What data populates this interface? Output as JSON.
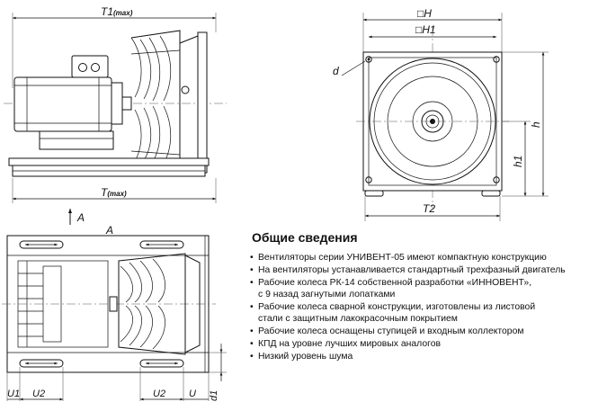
{
  "labels": {
    "t1_max": "T1",
    "t1_max_sub": "(max)",
    "t_max": "T",
    "t_max_sub": "(max)",
    "arrow_a": "A",
    "view_a": "A",
    "h_square": "□H",
    "h1_square": "□H1",
    "d": "d",
    "h": "h",
    "h1": "h1",
    "t2": "T2",
    "u1": "U1",
    "u2_left": "U2",
    "u2_right": "U2",
    "u": "U",
    "d1": "d1"
  },
  "info": {
    "title": "Общие сведения",
    "items": [
      "Вентиляторы серии УНИВЕНТ-05 имеют компактную конструкцию",
      "На вентиляторы устанавливается стандартный трехфазный двигатель",
      "Рабочие колеса РК-14 собственной разработки «ИННОВЕНТ»,\nс 9 назад загнутыми лопатками",
      "Рабочие колеса сварной конструкции, изготовлены из листовой\nстали с защитным лакокрасочным покрытием",
      "Рабочие колеса оснащены ступицей и входным коллектором",
      "КПД на уровне лучших мировых аналогов",
      "Низкий уровень шума"
    ]
  }
}
